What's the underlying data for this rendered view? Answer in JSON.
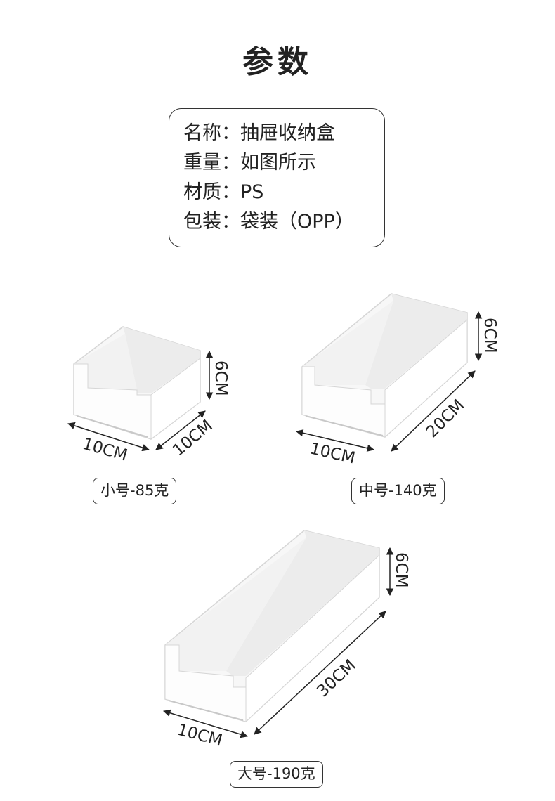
{
  "title": "参数",
  "specs": [
    {
      "label": "名称：",
      "value": "抽屉收纳盒"
    },
    {
      "label": "重量：",
      "value": "如图所示"
    },
    {
      "label": "材质：",
      "value": "PS"
    },
    {
      "label": "包装：",
      "value": "袋装（OPP）"
    }
  ],
  "products": {
    "small": {
      "label": "小号-85克",
      "height_dim": "6CM",
      "width_dim": "10CM",
      "depth_dim": "10CM"
    },
    "medium": {
      "label": "中号-140克",
      "height_dim": "6CM",
      "width_dim": "10CM",
      "depth_dim": "20CM"
    },
    "large": {
      "label": "大号-190克",
      "height_dim": "6CM",
      "width_dim": "10CM",
      "depth_dim": "30CM"
    }
  },
  "colors": {
    "box_fill": "#fbfbfb",
    "box_edge": "#d4d4d4",
    "inner_shade": "#ececec",
    "text": "#222222"
  }
}
